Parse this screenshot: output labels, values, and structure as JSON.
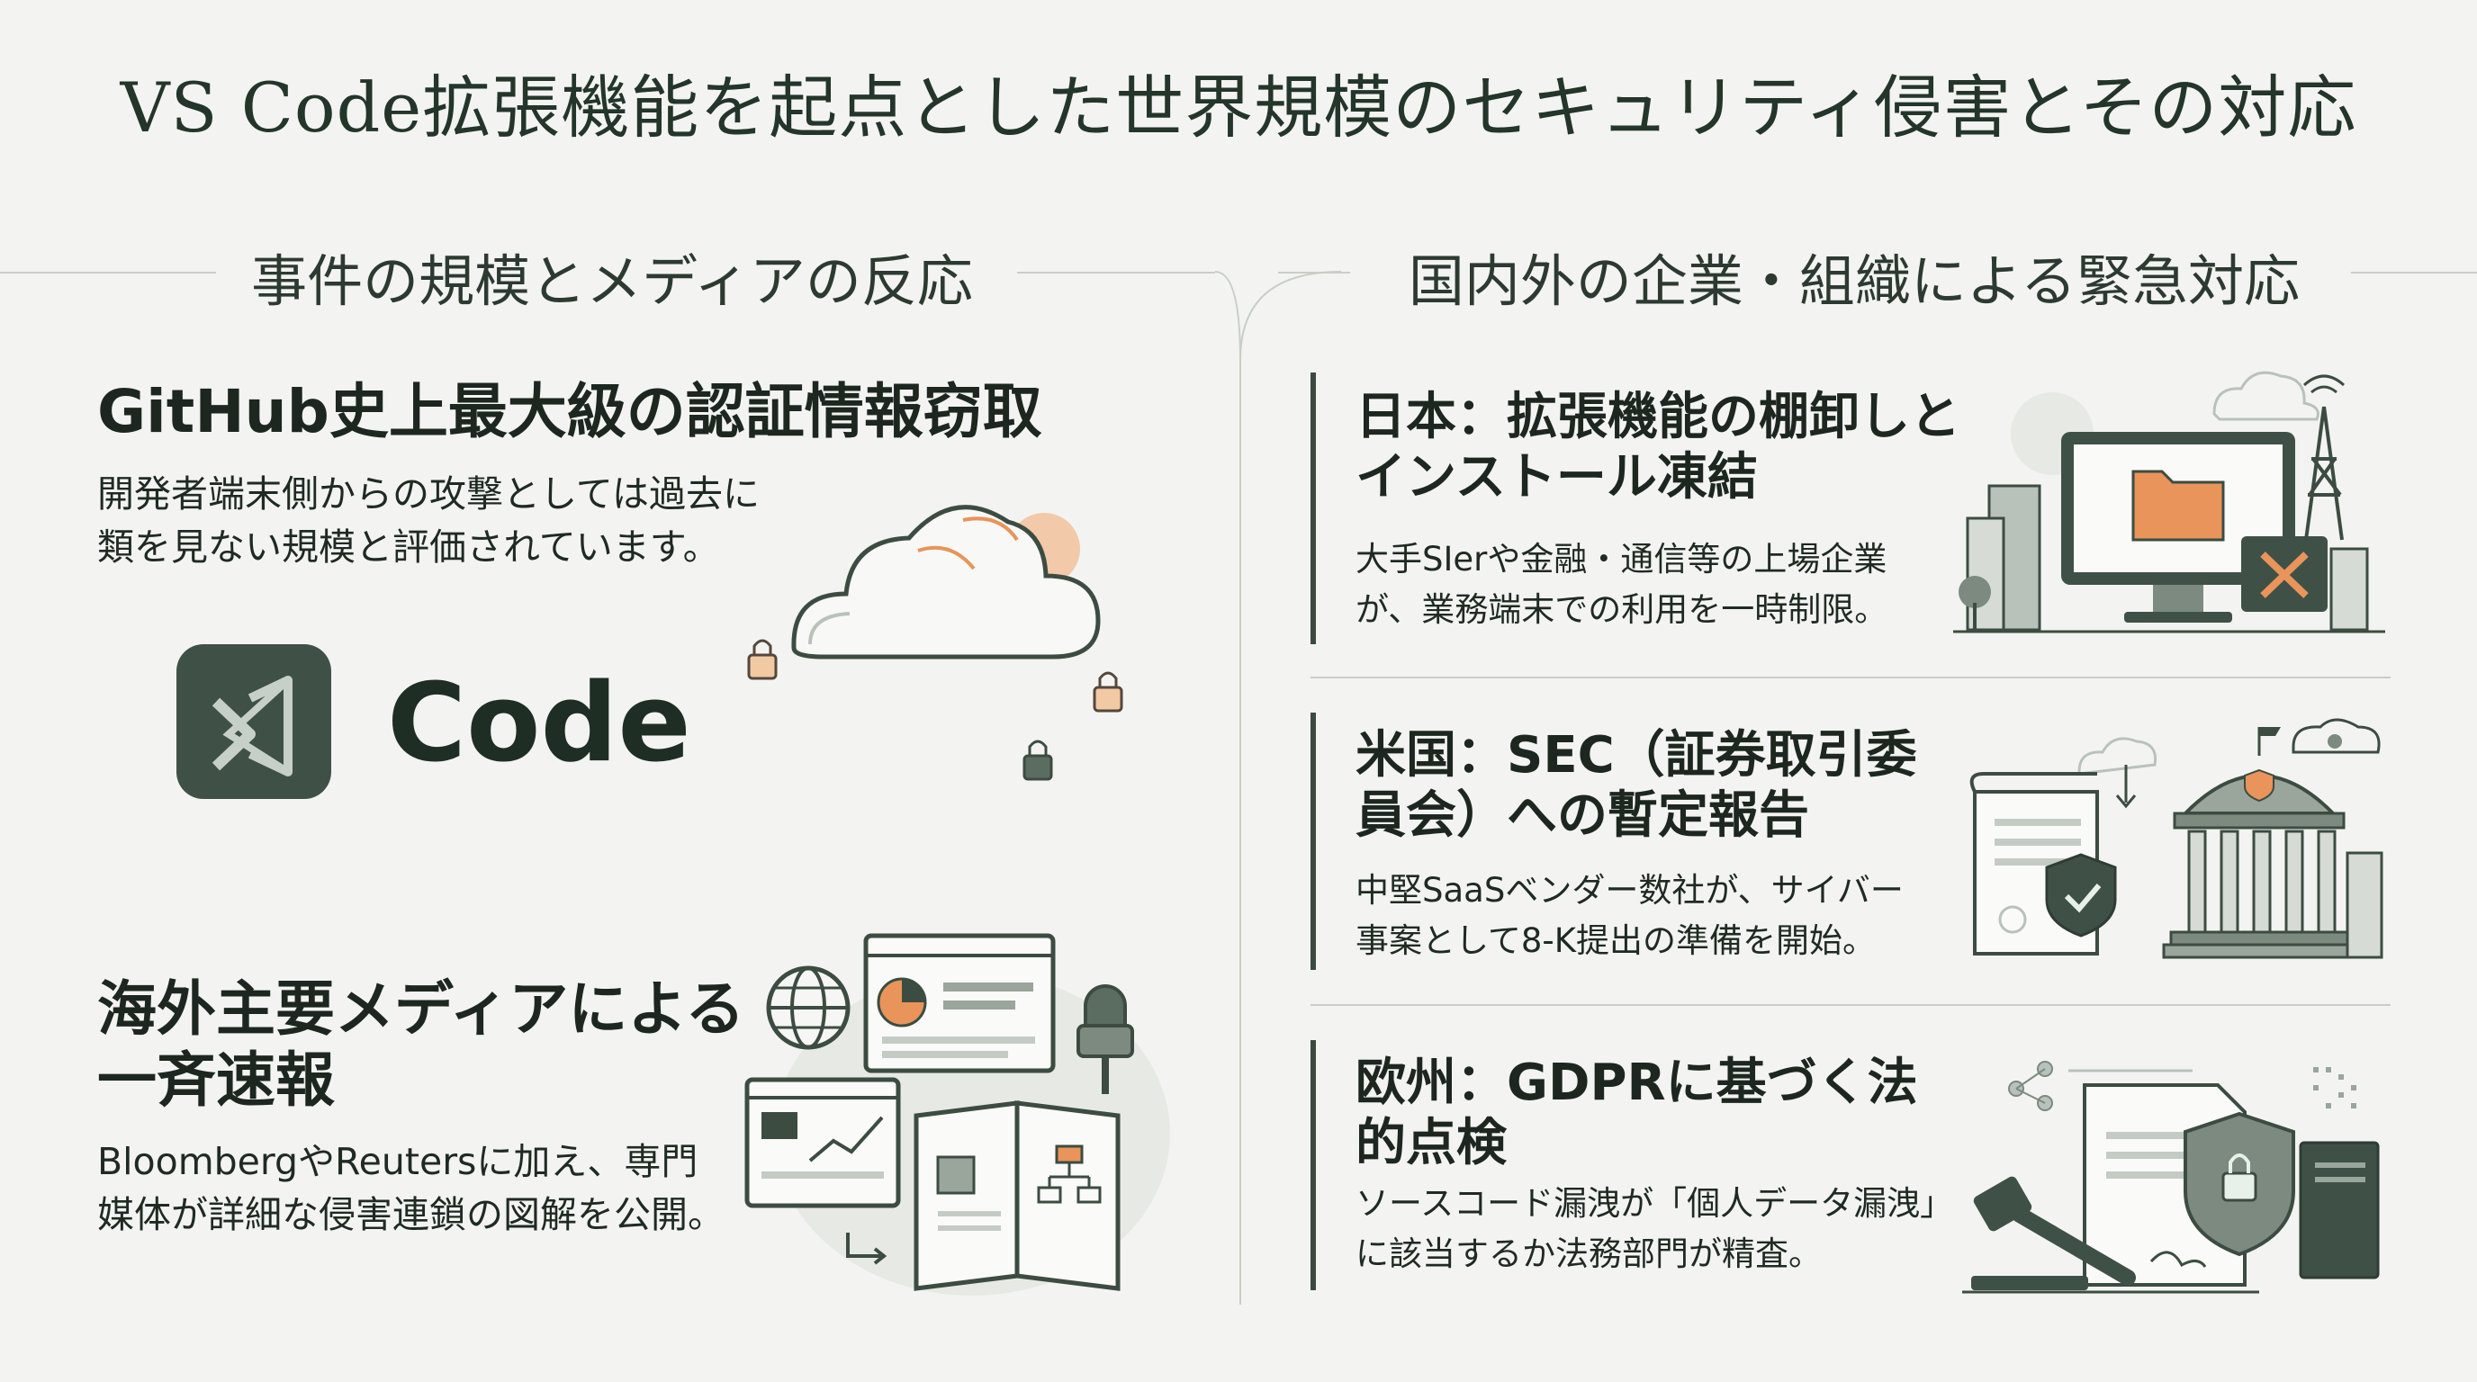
{
  "title": "VS Code拡張機能を起点とした世界規模のセキュリティ侵害とその対応",
  "left": {
    "heading": "事件の規模とメディアの反応",
    "block1": {
      "title": "GitHub史上最大級の認証情報窃取",
      "lines": [
        "開発者端末側からの攻撃としては過去に",
        "類を見ない規模と評価されています。"
      ],
      "logo_text": "Code"
    },
    "block2": {
      "title_lines": [
        "海外主要メディアによる",
        "一斉速報"
      ],
      "lines": [
        "BloombergやReutersに加え、専門",
        "媒体が詳細な侵害連鎖の図解を公開。"
      ]
    }
  },
  "right": {
    "heading": "国内外の企業・組織による緊急対応",
    "items": [
      {
        "title_lines": [
          "日本：拡張機能の棚卸しと",
          "インストール凍結"
        ],
        "lines": [
          "大手SIerや金融・通信等の上場企業",
          "が、業務端末での利用を一時制限。"
        ],
        "icon": "monitor-block-icon"
      },
      {
        "title_lines": [
          "米国：SEC（証券取引委",
          "員会）への暫定報告"
        ],
        "lines": [
          "中堅SaaSベンダー数社が、サイバー",
          "事案として8-K提出の準備を開始。"
        ],
        "icon": "government-building-icon"
      },
      {
        "title_lines": [
          "欧州：GDPRに基づく法",
          "的点検"
        ],
        "lines": [
          "ソースコード漏洩が「個人データ漏洩」",
          "に該当するか法務部門が精査。"
        ],
        "icon": "legal-gavel-icon"
      }
    ]
  },
  "colors": {
    "accent": "#3f5146",
    "orange": "#e8945a",
    "background": "#f3f4f1",
    "rule": "#c9cec6"
  }
}
